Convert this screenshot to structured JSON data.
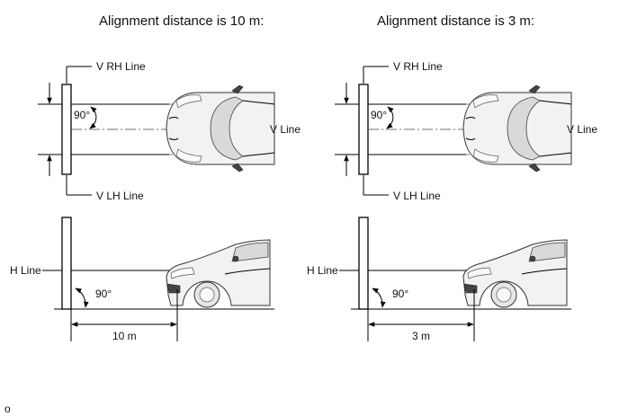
{
  "panels": [
    {
      "title": "Alignment distance is 10 m:",
      "v_rh_label": "V RH Line",
      "v_lh_label": "V LH Line",
      "v_line_label": "V Line",
      "top_angle": "90°",
      "h_line_label": "H Line",
      "side_angle": "90°",
      "distance": "10 m"
    },
    {
      "title": "Alignment distance is 3 m:",
      "v_rh_label": "V RH Line",
      "v_lh_label": "V LH Line",
      "v_line_label": "V Line",
      "top_angle": "90°",
      "h_line_label": "H Line",
      "side_angle": "90°",
      "distance": "3 m"
    }
  ],
  "footnote": "o"
}
